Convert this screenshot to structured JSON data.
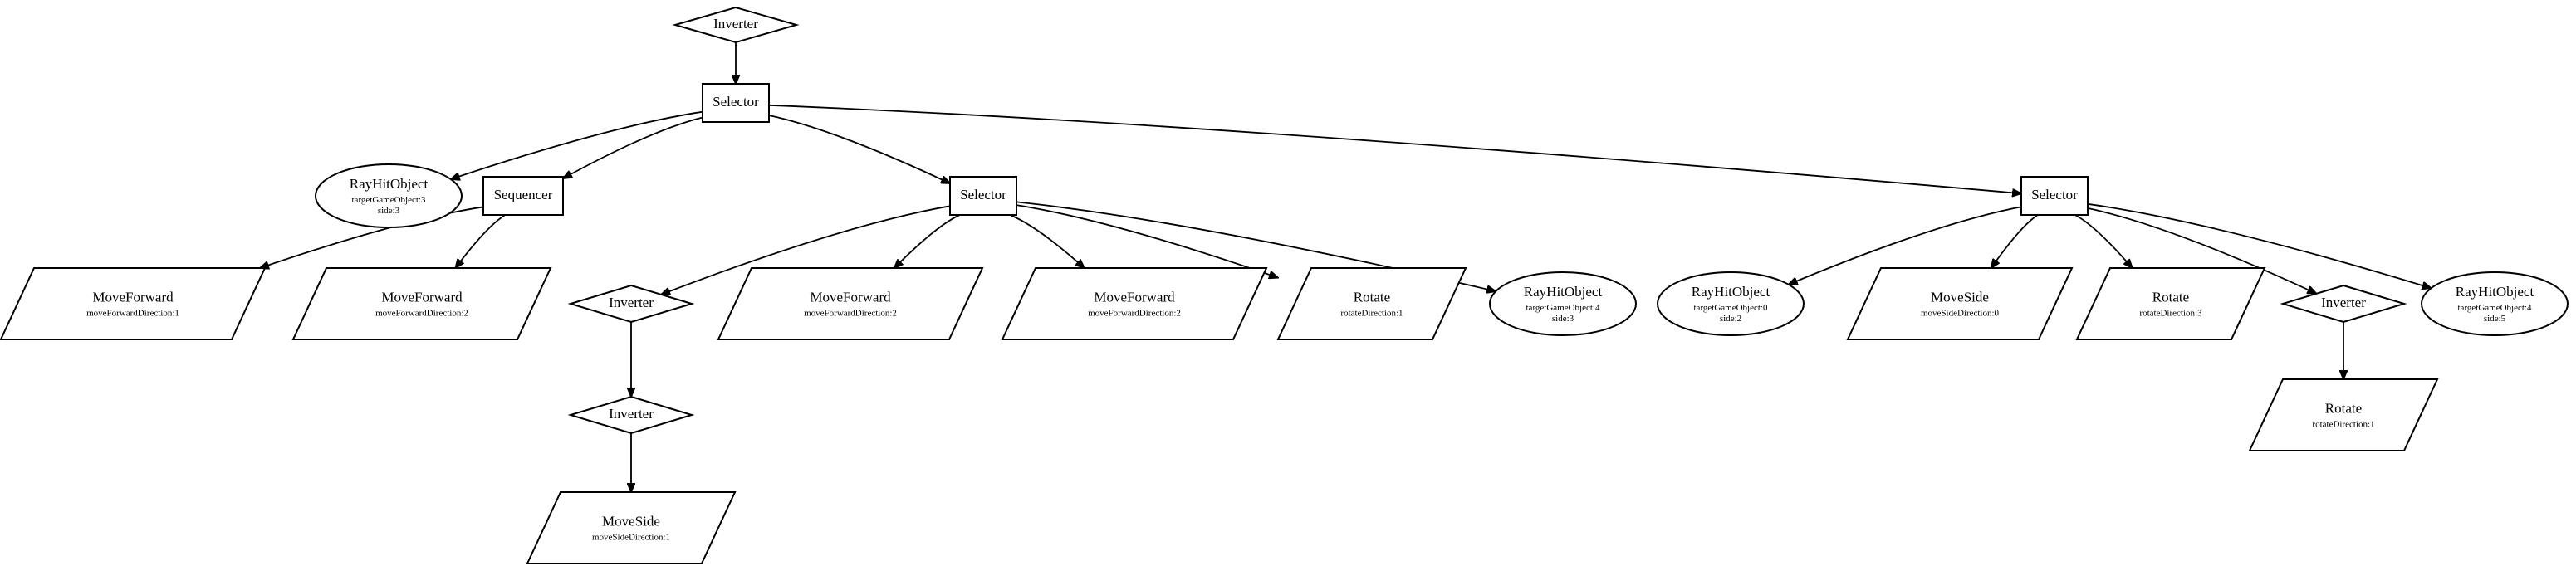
{
  "diagram": {
    "nodes": [
      {
        "id": "n0",
        "shape": "diamond",
        "title": "Inverter",
        "params": []
      },
      {
        "id": "n1",
        "shape": "box",
        "title": "Selector",
        "params": []
      },
      {
        "id": "n2",
        "shape": "ellipse",
        "title": "RayHitObject",
        "params": [
          "targetGameObject:3",
          "side:3"
        ]
      },
      {
        "id": "n3",
        "shape": "box",
        "title": "Sequencer",
        "params": []
      },
      {
        "id": "n4",
        "shape": "parallelogram",
        "title": "MoveForward",
        "params": [
          "moveForwardDirection:1"
        ]
      },
      {
        "id": "n5",
        "shape": "parallelogram",
        "title": "MoveForward",
        "params": [
          "moveForwardDirection:2"
        ]
      },
      {
        "id": "n6",
        "shape": "box",
        "title": "Selector",
        "params": []
      },
      {
        "id": "n7",
        "shape": "diamond",
        "title": "Inverter",
        "params": []
      },
      {
        "id": "n8",
        "shape": "diamond",
        "title": "Inverter",
        "params": []
      },
      {
        "id": "n9",
        "shape": "parallelogram",
        "title": "MoveSide",
        "params": [
          "moveSideDirection:1"
        ]
      },
      {
        "id": "n10",
        "shape": "parallelogram",
        "title": "MoveForward",
        "params": [
          "moveForwardDirection:2"
        ]
      },
      {
        "id": "n11",
        "shape": "parallelogram",
        "title": "MoveForward",
        "params": [
          "moveForwardDirection:2"
        ]
      },
      {
        "id": "n12",
        "shape": "parallelogram",
        "title": "Rotate",
        "params": [
          "rotateDirection:1"
        ]
      },
      {
        "id": "n13",
        "shape": "ellipse",
        "title": "RayHitObject",
        "params": [
          "targetGameObject:4",
          "side:3"
        ]
      },
      {
        "id": "n14",
        "shape": "box",
        "title": "Selector",
        "params": []
      },
      {
        "id": "n15",
        "shape": "ellipse",
        "title": "RayHitObject",
        "params": [
          "targetGameObject:0",
          "side:2"
        ]
      },
      {
        "id": "n16",
        "shape": "parallelogram",
        "title": "MoveSide",
        "params": [
          "moveSideDirection:0"
        ]
      },
      {
        "id": "n17",
        "shape": "parallelogram",
        "title": "Rotate",
        "params": [
          "rotateDirection:3"
        ]
      },
      {
        "id": "n18",
        "shape": "diamond",
        "title": "Inverter",
        "params": []
      },
      {
        "id": "n19",
        "shape": "parallelogram",
        "title": "Rotate",
        "params": [
          "rotateDirection:1"
        ]
      },
      {
        "id": "n20",
        "shape": "ellipse",
        "title": "RayHitObject",
        "params": [
          "targetGameObject:4",
          "side:5"
        ]
      }
    ],
    "edges": [
      [
        "n0",
        "n1"
      ],
      [
        "n1",
        "n2"
      ],
      [
        "n1",
        "n3"
      ],
      [
        "n1",
        "n6"
      ],
      [
        "n1",
        "n14"
      ],
      [
        "n3",
        "n4"
      ],
      [
        "n3",
        "n5"
      ],
      [
        "n6",
        "n7"
      ],
      [
        "n6",
        "n10"
      ],
      [
        "n6",
        "n11"
      ],
      [
        "n6",
        "n12"
      ],
      [
        "n6",
        "n13"
      ],
      [
        "n7",
        "n8"
      ],
      [
        "n8",
        "n9"
      ],
      [
        "n14",
        "n15"
      ],
      [
        "n14",
        "n16"
      ],
      [
        "n14",
        "n17"
      ],
      [
        "n14",
        "n18"
      ],
      [
        "n14",
        "n20"
      ],
      [
        "n18",
        "n19"
      ]
    ]
  }
}
